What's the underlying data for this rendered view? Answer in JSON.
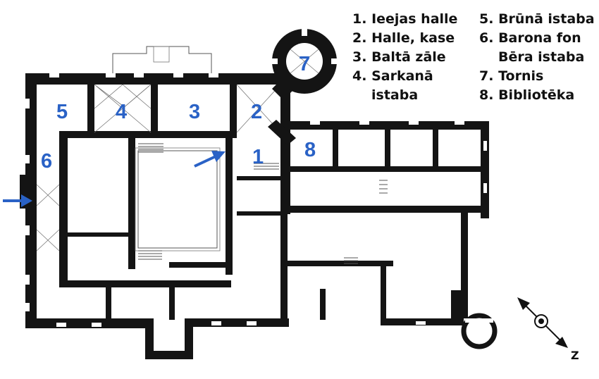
{
  "legend": {
    "items": [
      {
        "num": "1.",
        "name": "Ieejas halle"
      },
      {
        "num": "2.",
        "name": "Halle, kase"
      },
      {
        "num": "3.",
        "name": "Baltā zāle"
      },
      {
        "num": "4.",
        "name": "Sarkanā",
        "name_cont": "istaba"
      },
      {
        "num": "5.",
        "name": "Brūnā istaba"
      },
      {
        "num": "6.",
        "name": "Barona fon",
        "name_cont": "Bēra istaba"
      },
      {
        "num": "7.",
        "name": "Tornis"
      },
      {
        "num": "8.",
        "name": "Bibliotēka"
      }
    ]
  },
  "rooms": [
    "1",
    "2",
    "3",
    "4",
    "5",
    "6",
    "7",
    "8"
  ],
  "colors": {
    "room_number": "#2a62c6",
    "arrow": "#2a62c6",
    "wall": "#141414"
  },
  "compass": {
    "label": "Z",
    "icon": "north-arrow-icon"
  },
  "entrance_arrows": [
    "entrance-arrow-icon",
    "entrance-arrow-icon"
  ]
}
